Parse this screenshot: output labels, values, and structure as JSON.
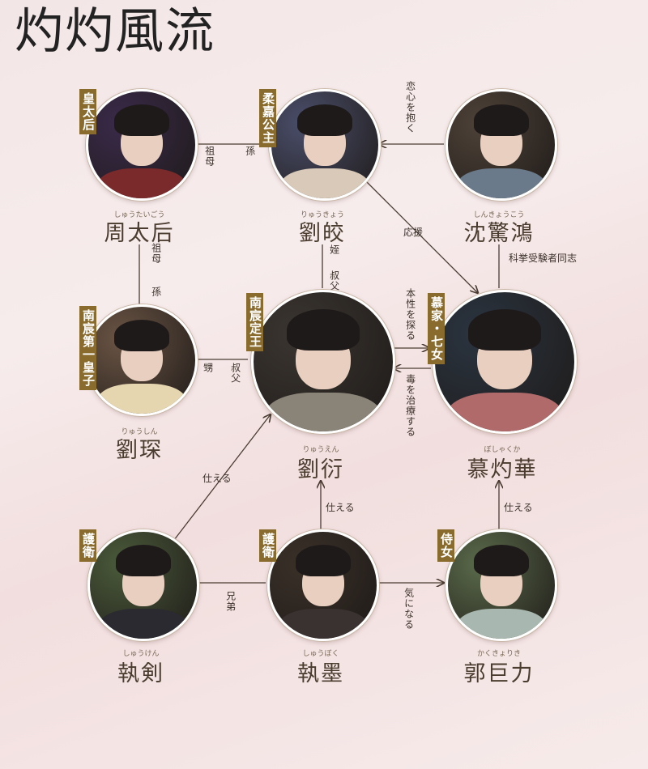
{
  "title": "灼灼風流",
  "characters": [
    {
      "id": "zhou",
      "name": "周太后",
      "ruby": "しゅうたいごう",
      "role": "皇太后",
      "robe": "#7a2a2a",
      "bg": "#3a2a4a"
    },
    {
      "id": "liujiao",
      "name": "劉皎",
      "ruby": "りゅうきょう",
      "role": "柔嘉公主",
      "robe": "#d8c9b8",
      "bg": "#4a4e6a"
    },
    {
      "id": "shen",
      "name": "沈驚鴻",
      "ruby": "しんきょうこう",
      "role": "",
      "robe": "#6a7a8a",
      "bg": "#4e4238"
    },
    {
      "id": "liushen",
      "name": "劉琛",
      "ruby": "りゅうしん",
      "role": "南宸第一皇子",
      "robe": "#e6d6b0",
      "bg": "#6a5444"
    },
    {
      "id": "liuyan",
      "name": "劉衍",
      "ruby": "りゅうえん",
      "role": "南宸定王",
      "robe": "#8a8478",
      "bg": "#3a3530"
    },
    {
      "id": "mu",
      "name": "慕灼華",
      "ruby": "ぼしゃくか",
      "role": "慕家・七女",
      "robe": "#b06a6a",
      "bg": "#2a3440"
    },
    {
      "id": "zhijian",
      "name": "執剣",
      "ruby": "しゅうけん",
      "role": "護衛",
      "robe": "#2a2a30",
      "bg": "#4a5a3a"
    },
    {
      "id": "zhimo",
      "name": "執墨",
      "ruby": "しゅうぼく",
      "role": "護衛",
      "robe": "#3a3230",
      "bg": "#3a3028"
    },
    {
      "id": "guo",
      "name": "郭巨力",
      "ruby": "かくきょりき",
      "role": "侍女",
      "robe": "#a8b8b0",
      "bg": "#5a6a4a"
    }
  ],
  "relations": {
    "zhou_liujiao": {
      "a": "祖母",
      "b": "孫"
    },
    "shen_liujiao": "恋心を抱く",
    "liujiao_mu": "応援",
    "zhou_liushen": {
      "a": "祖母",
      "b": "孫"
    },
    "liujiao_liuyan": {
      "a": "姪",
      "b": "叔父"
    },
    "shen_mu": "科挙受験者同志",
    "liushen_liuyan": {
      "a": "甥",
      "b": "叔父"
    },
    "liuyan_mu": "本性を探る",
    "mu_liuyan": "毒を治療する",
    "zhijian_liuyan": "仕える",
    "zhimo_liuyan": "仕える",
    "guo_mu": "仕える",
    "zhijian_zhimo": "兄弟",
    "zhimo_guo": "気になる"
  },
  "colors": {
    "role_bg": "#8a6b2e",
    "line": "#4a3c32",
    "name": "#4a3c2e"
  }
}
